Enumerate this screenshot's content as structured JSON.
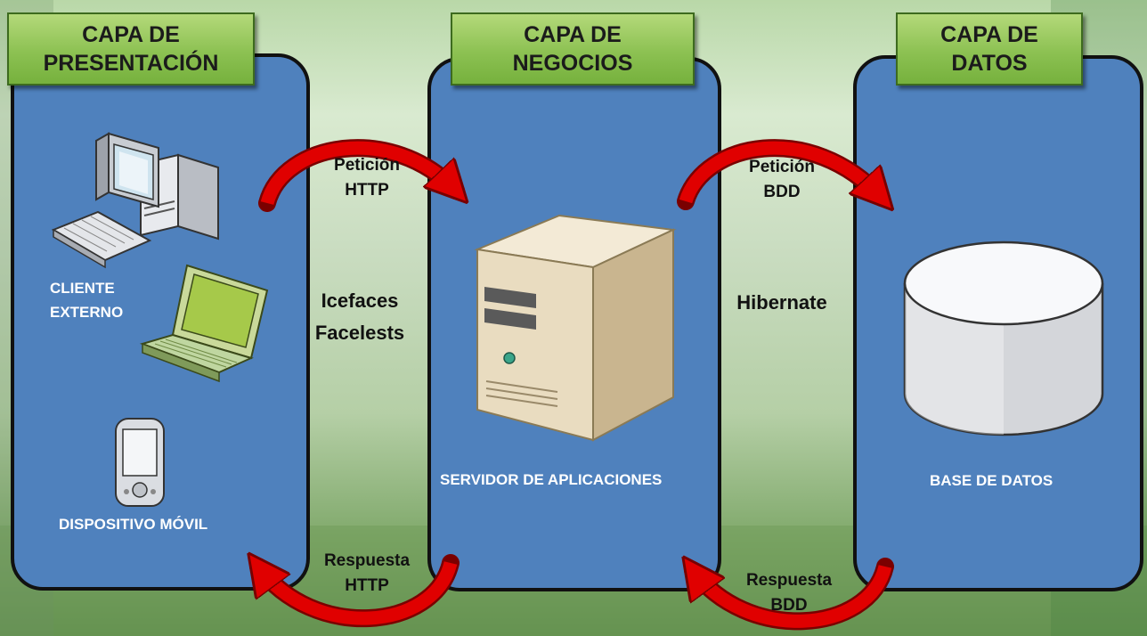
{
  "layers": {
    "presentation": {
      "title": "CAPA DE\nPRESENTACIÓN",
      "labels": {
        "client": "CLIENTE\nEXTERNO",
        "mobile": "DISPOSITIVO MÓVIL"
      }
    },
    "business": {
      "title": "CAPA DE\nNEGOCIOS",
      "labels": {
        "server": "SERVIDOR DE APLICACIONES"
      }
    },
    "data": {
      "title": "CAPA DE\nDATOS",
      "labels": {
        "database": "BASE DE DATOS"
      }
    }
  },
  "connectors": {
    "http_request": "Petición\nHTTP",
    "http_response": "Respuesta\nHTTP",
    "bdd_request": "Petición\nBDD",
    "bdd_response": "Respuesta\nBDD",
    "frontend_tech": "Icefaces\nFacelests",
    "orm_tech": "Hibernate"
  },
  "colors": {
    "panel": "#4f81bd",
    "header": "#8cc152",
    "arrow": "#e00000",
    "text_on_panel": "#ffffff"
  },
  "icons": [
    "desktop-computer-icon",
    "laptop-icon",
    "pda-icon",
    "server-tower-icon",
    "database-cylinder-icon",
    "curved-arrow-icon"
  ]
}
